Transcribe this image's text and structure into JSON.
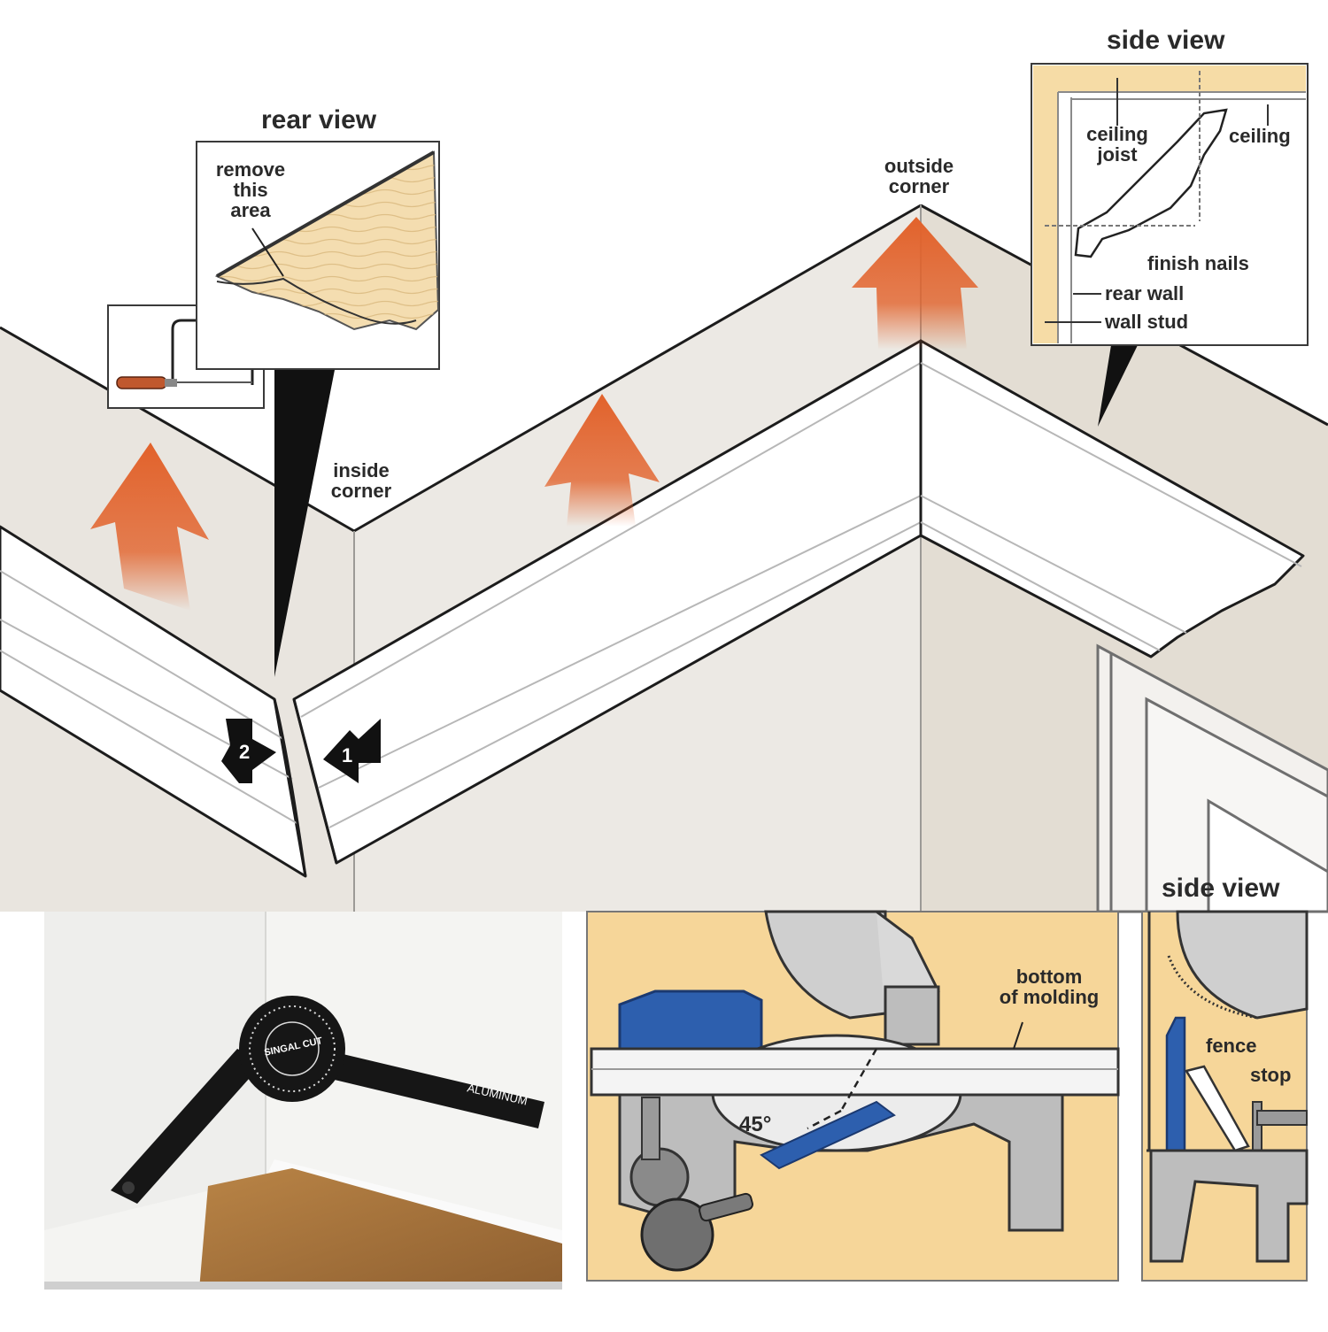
{
  "labels": {
    "rear_view": "rear view",
    "remove_this_area": "remove\nthis\narea",
    "inside_corner": "inside\ncorner",
    "outside_corner": "outside\ncorner",
    "side_view_top": "side view",
    "ceiling_joist": "ceiling\njoist",
    "ceiling": "ceiling",
    "finish_nails": "finish nails",
    "rear_wall": "rear wall",
    "wall_stud": "wall stud",
    "step_1": "1",
    "step_2": "2",
    "side_view_bottom": "side view",
    "bottom_of_molding": "bottom\nof molding",
    "angle": "45°",
    "fence": "fence",
    "stop": "stop",
    "gauge_brand": "SINGAL CUT",
    "gauge_material": "ALUMINUM"
  },
  "colors": {
    "wall": "#ebe8e3",
    "molding": "#ffffff",
    "outline": "#1c1c1c",
    "arrow": "#e2622b",
    "wood": "#f4ddb0",
    "saw_panel": "#f6d699",
    "saw_blue": "#2d5fae",
    "gauge_black": "#161616",
    "floor": "#a8753f"
  }
}
